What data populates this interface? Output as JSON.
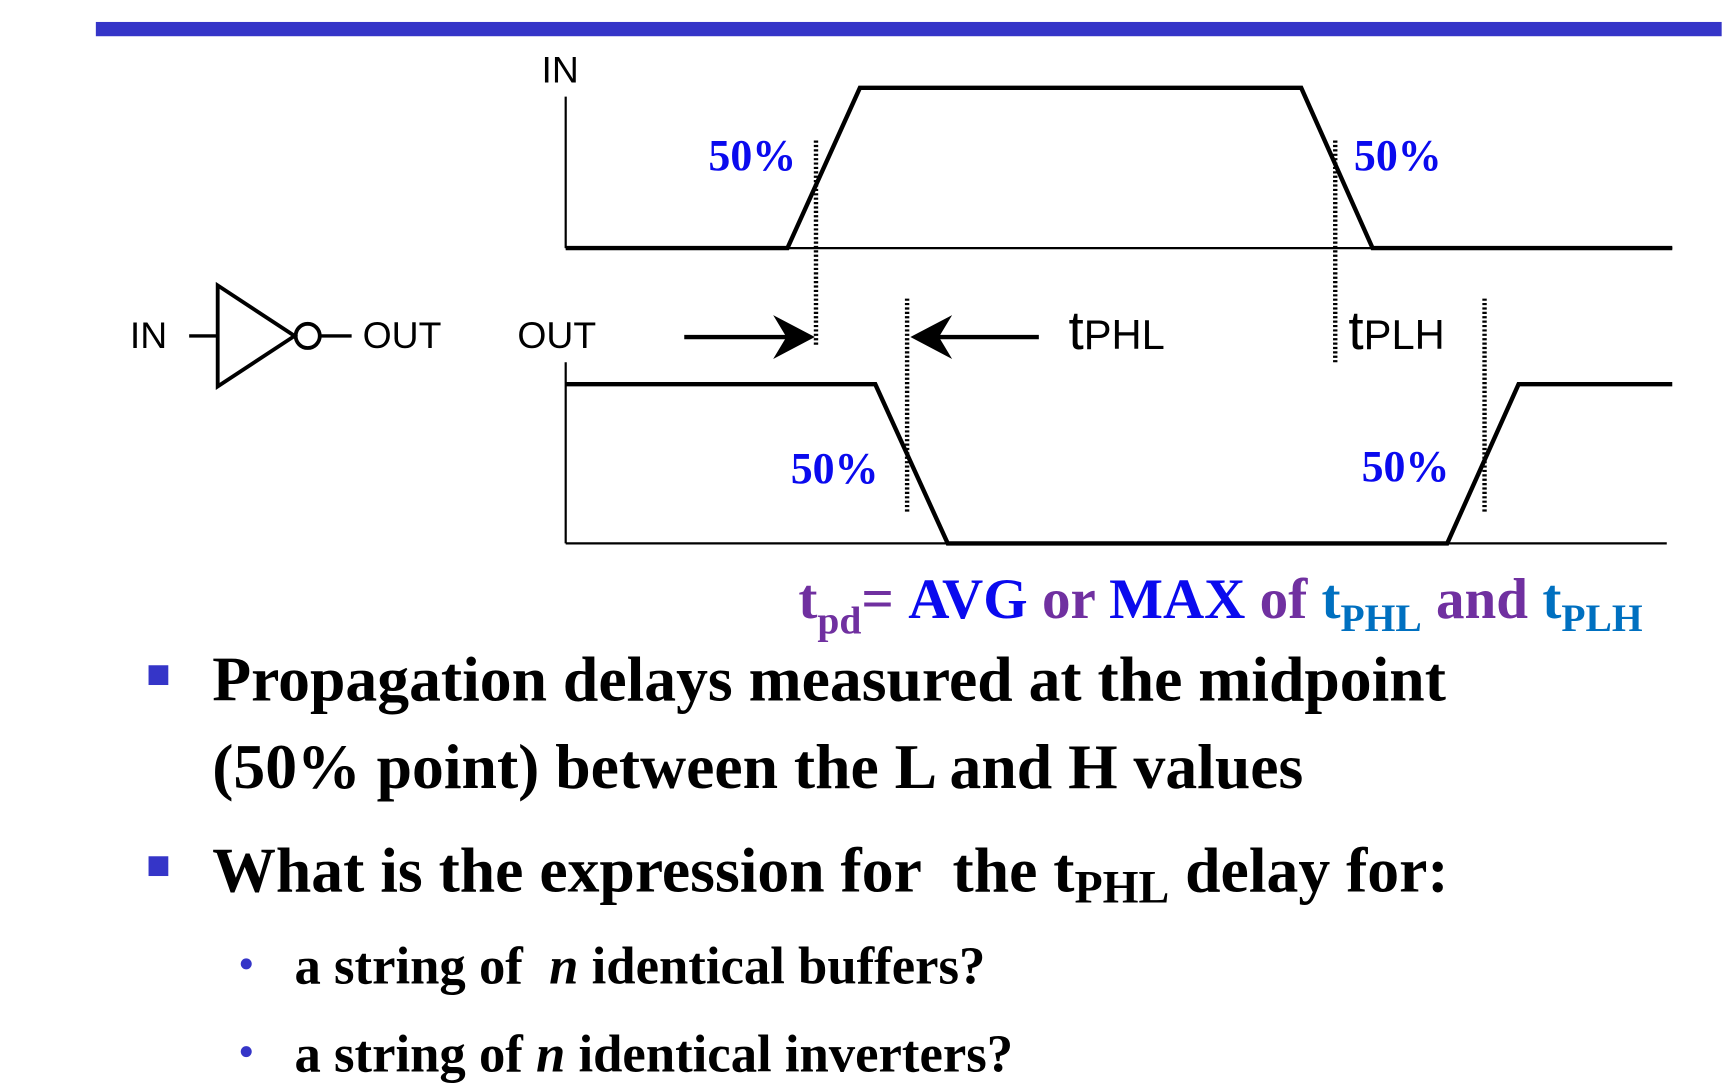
{
  "colors": {
    "title_bar": "#3535C8",
    "percent_label": "#0A0AEE",
    "formula_purple": "#7030A0",
    "formula_blue": "#0A0AEE",
    "formula_teal": "#0070C0",
    "bullet": "#3535C8"
  },
  "diagram": {
    "in_axis_label": "IN",
    "out_axis_label": "OUT",
    "inverter": {
      "in_label": "IN",
      "out_label": "OUT"
    },
    "percent_labels": [
      "50%",
      "50%",
      "50%",
      "50%"
    ],
    "tphl": {
      "t": "t",
      "sub": "PHL"
    },
    "tplh": {
      "t": "t",
      "sub": "PLH"
    }
  },
  "formula": {
    "t": "t",
    "pd": "pd",
    "eq": "= ",
    "avg": "AVG",
    "or": " or ",
    "max": "MAX",
    "of": " of ",
    "t1": "t",
    "phl": "PHL",
    "and": " and ",
    "t2": "t",
    "plh": "PLH"
  },
  "bullets": [
    {
      "line1": "Propagation delays measured at the midpoint",
      "line2": "(50% point) between the L and H values"
    },
    {
      "before": "What is the expression for  the t",
      "sub": "PHL",
      "after": " delay for:"
    }
  ],
  "sub_bullets": [
    {
      "before": "a string of  ",
      "italic": "n",
      "after": " identical buffers?"
    },
    {
      "before": "a string of ",
      "italic": "n",
      "after": " identical inverters?"
    }
  ]
}
